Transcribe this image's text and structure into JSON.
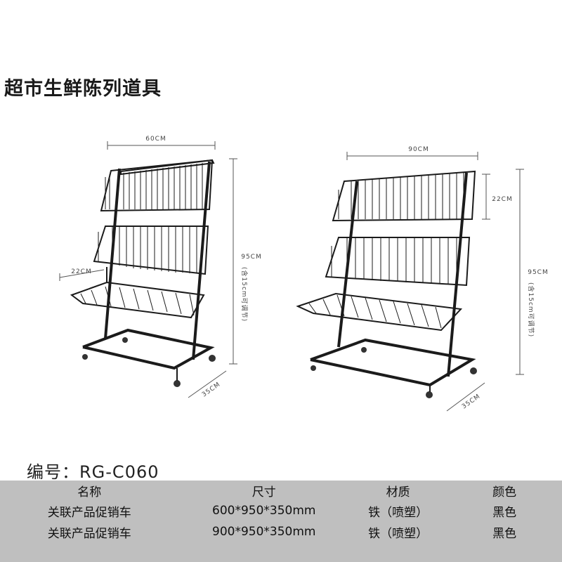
{
  "title": "超市生鲜陈列道具",
  "left_rack": {
    "width_label": "60CM",
    "depth_label": "35CM",
    "shelf_label": "22CM",
    "height_label": "95CM",
    "height_note": "(含15cm可调节)"
  },
  "right_rack": {
    "width_label": "90CM",
    "depth_label": "35CM",
    "shelf_label": "22CM",
    "height_label": "95CM",
    "height_note": "(含15cm可调节)"
  },
  "product_code": "编号：RG-C060",
  "spec_table": {
    "headers": [
      "名称",
      "尺寸",
      "材质",
      "颜色"
    ],
    "rows": [
      [
        "关联产品促销车",
        "600*950*350mm",
        "铁（喷塑）",
        "黑色"
      ],
      [
        "关联产品促销车",
        "900*950*350mm",
        "铁（喷塑）",
        "黑色"
      ]
    ]
  },
  "colors": {
    "frame": "#1b1b1b",
    "table_bg": "#bfbfbf"
  }
}
